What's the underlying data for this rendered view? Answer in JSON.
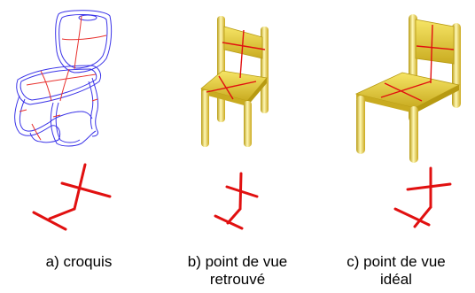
{
  "colors": {
    "sketch_blue": "#3b34e8",
    "sketch_red": "#e8322f",
    "chair_fill": "#f1dc45",
    "chair_shadow": "#b79a12",
    "chair_highlight": "#fff8b6",
    "axis_red": "#e11010",
    "caption_text": "#000000"
  },
  "panels": [
    {
      "caption_line1": "a) croquis",
      "caption_line2": ""
    },
    {
      "caption_line1": "b) point de vue",
      "caption_line2": "retrouvé"
    },
    {
      "caption_line1": "c) point de vue",
      "caption_line2": "idéal"
    }
  ]
}
